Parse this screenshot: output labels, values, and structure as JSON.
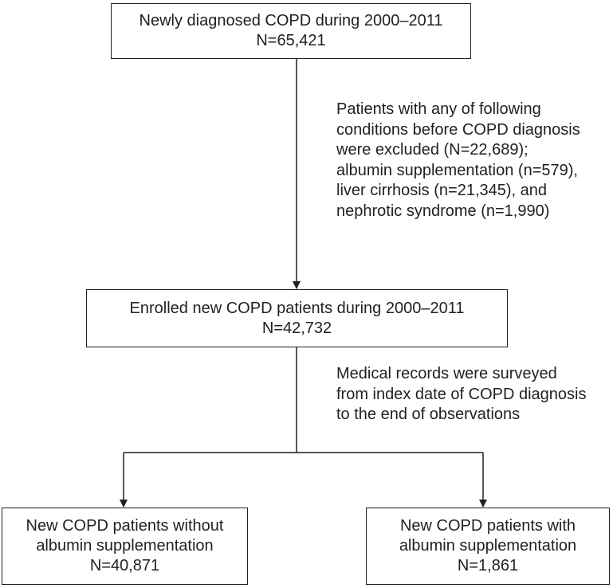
{
  "boxes": {
    "initial": {
      "lines": [
        "Newly diagnosed COPD during 2000–2011",
        "N=65,421"
      ]
    },
    "enrolled": {
      "lines": [
        "Enrolled new COPD patients during 2000–2011",
        "N=42,732"
      ]
    },
    "without_albumin": {
      "lines": [
        "New COPD patients without",
        "albumin supplementation",
        "N=40,871"
      ]
    },
    "with_albumin": {
      "lines": [
        "New COPD patients with",
        "albumin supplementation",
        "N=1,861"
      ]
    }
  },
  "notes": {
    "exclusion": {
      "lines": [
        "Patients with any of following",
        "conditions before COPD diagnosis",
        "were excluded (N=22,689);",
        "albumin supplementation (n=579),",
        "liver cirrhosis (n=21,345), and",
        "nephrotic syndrome (n=1,990)"
      ]
    },
    "survey": {
      "lines": [
        "Medical records were surveyed",
        "from index date of COPD diagnosis",
        "to the end of observations"
      ]
    }
  },
  "colors": {
    "line": "#231f20",
    "text": "#231f20",
    "background": "#ffffff"
  }
}
